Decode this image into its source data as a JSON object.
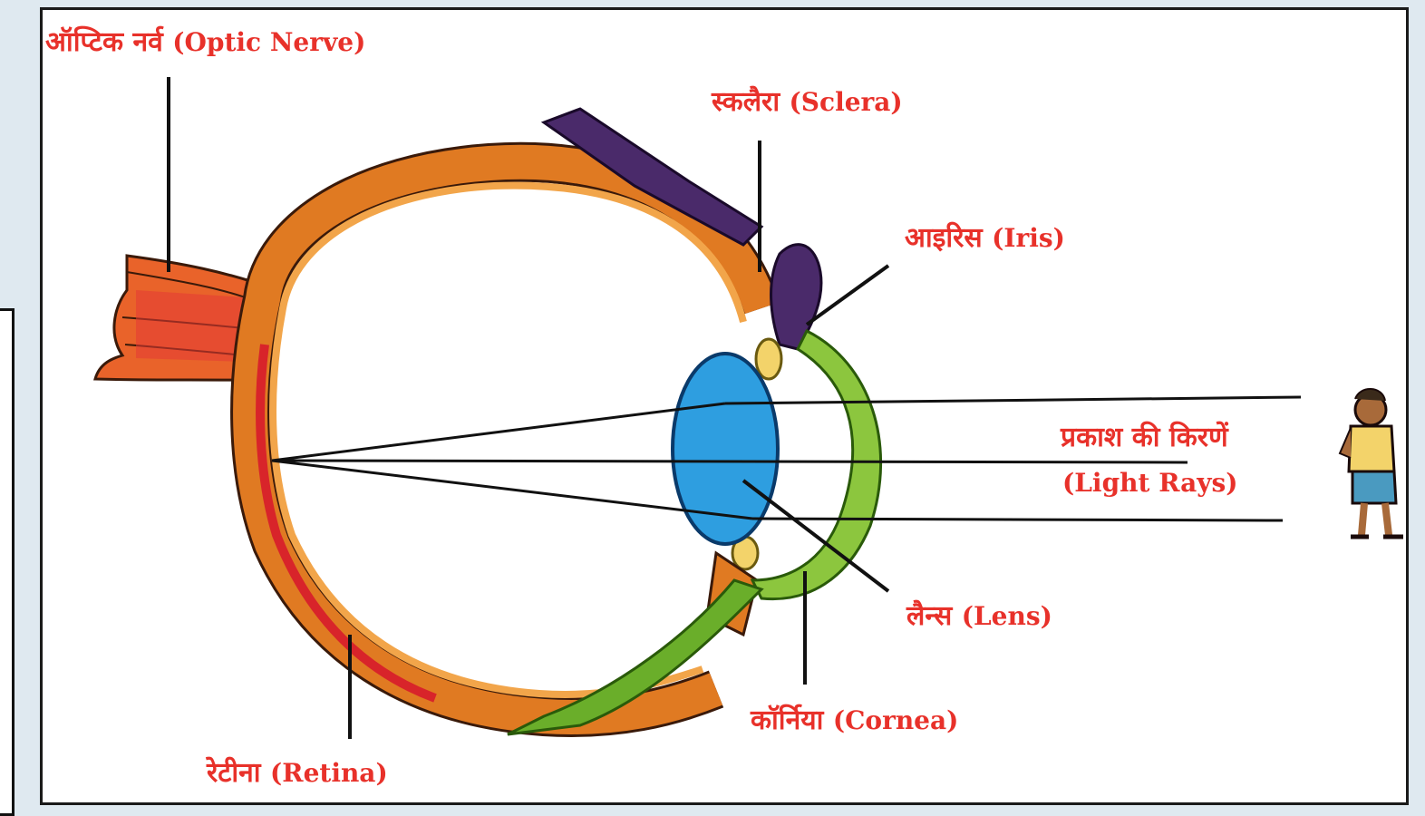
{
  "labels": {
    "optic_nerve": {
      "hindi": "ऑप्टिक नर्व",
      "english": "(Optic Nerve)"
    },
    "sclera": {
      "hindi": "स्कलैरा",
      "english": "(Sclera)"
    },
    "iris": {
      "hindi": "आइरिस",
      "english": "(Iris)"
    },
    "light_rays": {
      "hindi": "प्रकाश की किरणें",
      "english": "(Light Rays)"
    },
    "lens": {
      "hindi": "लैन्स",
      "english": "(Lens)"
    },
    "cornea": {
      "hindi": "कॉर्निया",
      "english": "(Cornea)"
    },
    "retina": {
      "hindi": "रेटीना",
      "english": "(Retina)"
    }
  },
  "colors": {
    "label_text": "#e8312a",
    "sclera_outer": "#e07a22",
    "sclera_inner": "#f2a54a",
    "retina": "#d8242a",
    "optic_nerve": "#e9632a",
    "iris": "#4a2a6a",
    "lens": "#2e9ee0",
    "cornea": "#8cc63e",
    "ciliary": "#f3d36a",
    "leader_lines": "#111111",
    "panel_background": "#ffffff",
    "page_background": "#dfe9f0"
  }
}
